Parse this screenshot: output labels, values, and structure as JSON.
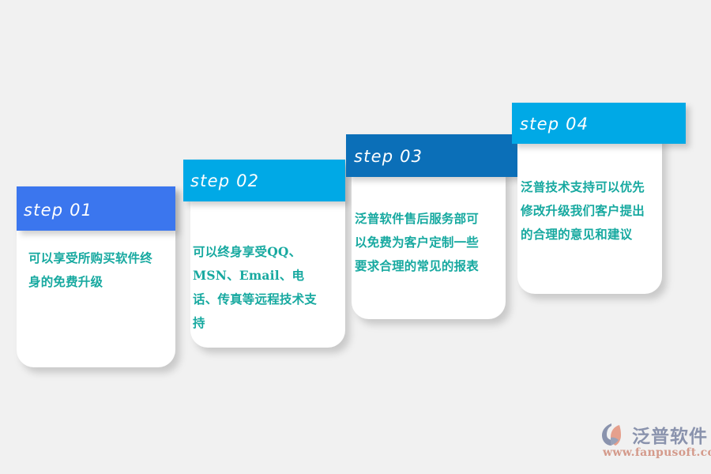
{
  "background_color": "#f1f1f1",
  "body_text_color": "#17a9a0",
  "steps": [
    {
      "label": "step 01",
      "header_color": "#3b76ee",
      "text": "可以享受所购买软件终身的免费升级"
    },
    {
      "label": "step 02",
      "header_color": "#00a9e6",
      "text": "可以终身享受QQ、MSN、Email、电话、传真等远程技术支持"
    },
    {
      "label": "step 03",
      "header_color": "#0b6fb8",
      "text": "泛普软件售后服务部可以免费为客户定制一些要求合理的常见的报表"
    },
    {
      "label": "step 04",
      "header_color": "#00a9e6",
      "text": "泛普技术支持可以优先修改升级我们客户提出的合理的意见和建议"
    }
  ],
  "watermark": {
    "brand": "泛普软件",
    "url": "www.fanpusoft.com",
    "mark_icon": "fan-logo-icon",
    "brand_color": "#8a93ad",
    "url_color": "#d49a8b"
  }
}
